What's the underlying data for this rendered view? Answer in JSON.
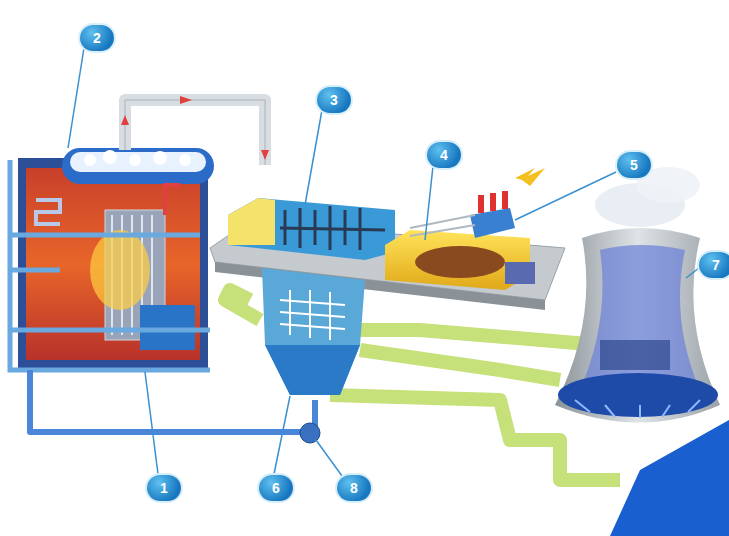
{
  "diagram": {
    "labels": [
      "2",
      "3",
      "4",
      "5",
      "7",
      "1",
      "6",
      "8"
    ]
  }
}
